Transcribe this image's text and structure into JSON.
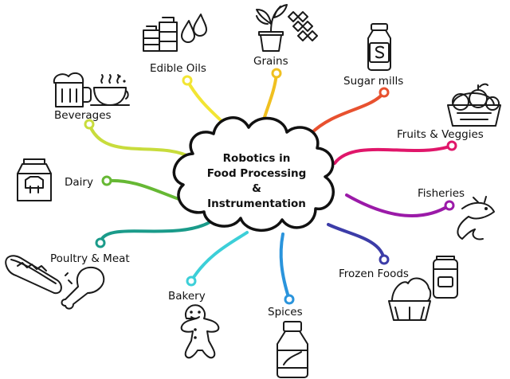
{
  "center": {
    "line1": "Robotics in",
    "line2": "Food Processing",
    "line3": "&",
    "line4": "Instrumentation"
  },
  "branches": [
    {
      "key": "edible-oils",
      "label": "Edible Oils",
      "color": "#f2e533",
      "icon": "oil-cans-and-drops-icon"
    },
    {
      "key": "grains",
      "label": "Grains",
      "color": "#f0c020",
      "icon": "potted-plant-and-grain-icon"
    },
    {
      "key": "sugar-mills",
      "label": "Sugar mills",
      "color": "#e8512f",
      "icon": "sugar-jar-icon"
    },
    {
      "key": "fruits-veggies",
      "label": "Fruits & Veggies",
      "color": "#e0166a",
      "icon": "fruit-basket-icon"
    },
    {
      "key": "fisheries",
      "label": "Fisheries",
      "color": "#9b1aa8",
      "icon": "fish-icon"
    },
    {
      "key": "frozen-foods",
      "label": "Frozen Foods",
      "color": "#3c3ca8",
      "icon": "yogurt-and-dessert-icon"
    },
    {
      "key": "spices",
      "label": "Spices",
      "color": "#2a94dc",
      "icon": "sauce-bottle-icon"
    },
    {
      "key": "bakery",
      "label": "Bakery",
      "color": "#3ccfd8",
      "icon": "gingerbread-man-icon"
    },
    {
      "key": "poultry-meat",
      "label": "Poultry & Meat",
      "color": "#1a9b8a",
      "icon": "hotdog-and-drumstick-icon"
    },
    {
      "key": "dairy",
      "label": "Dairy",
      "color": "#66b834",
      "icon": "milk-carton-icon"
    },
    {
      "key": "beverages",
      "label": "Beverages",
      "color": "#c8dc3c",
      "icon": "beer-and-tea-icon"
    }
  ]
}
